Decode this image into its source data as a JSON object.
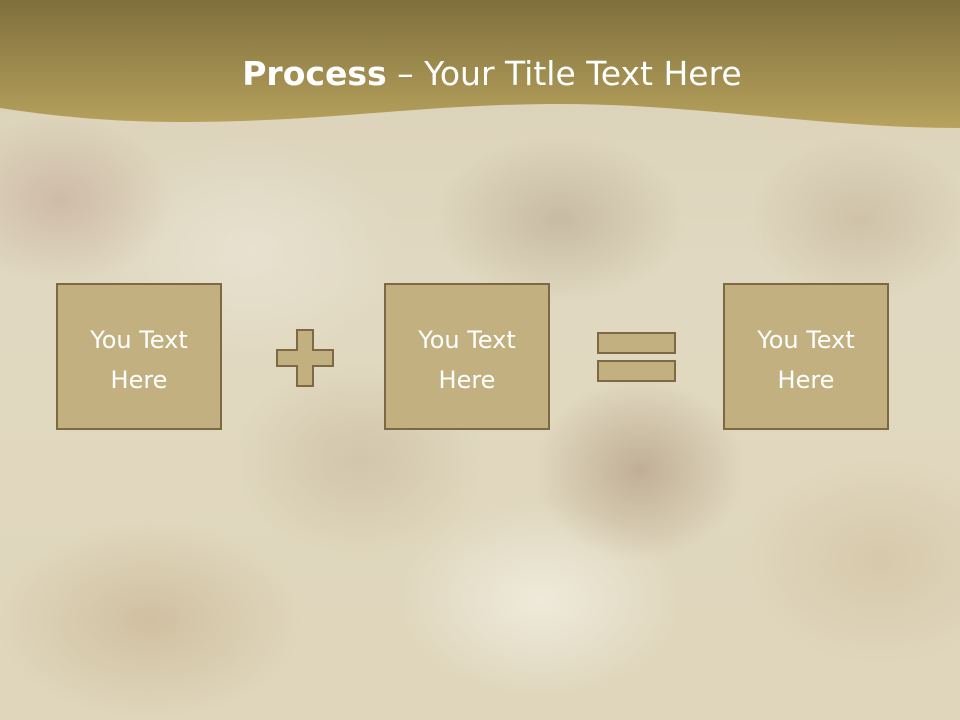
{
  "slide": {
    "title_bold": "Process",
    "title_rest": " – Your Title Text Here",
    "colors": {
      "header": "#9a8a4e",
      "box_fill": "#c2b080",
      "box_border": "#7d6a45",
      "text": "#ffffff"
    }
  },
  "boxes": [
    {
      "text": "You Text\nHere"
    },
    {
      "text": "You Text\nHere"
    },
    {
      "text": "You Text\nHere"
    }
  ],
  "operators": [
    "plus-icon",
    "equals-icon"
  ]
}
